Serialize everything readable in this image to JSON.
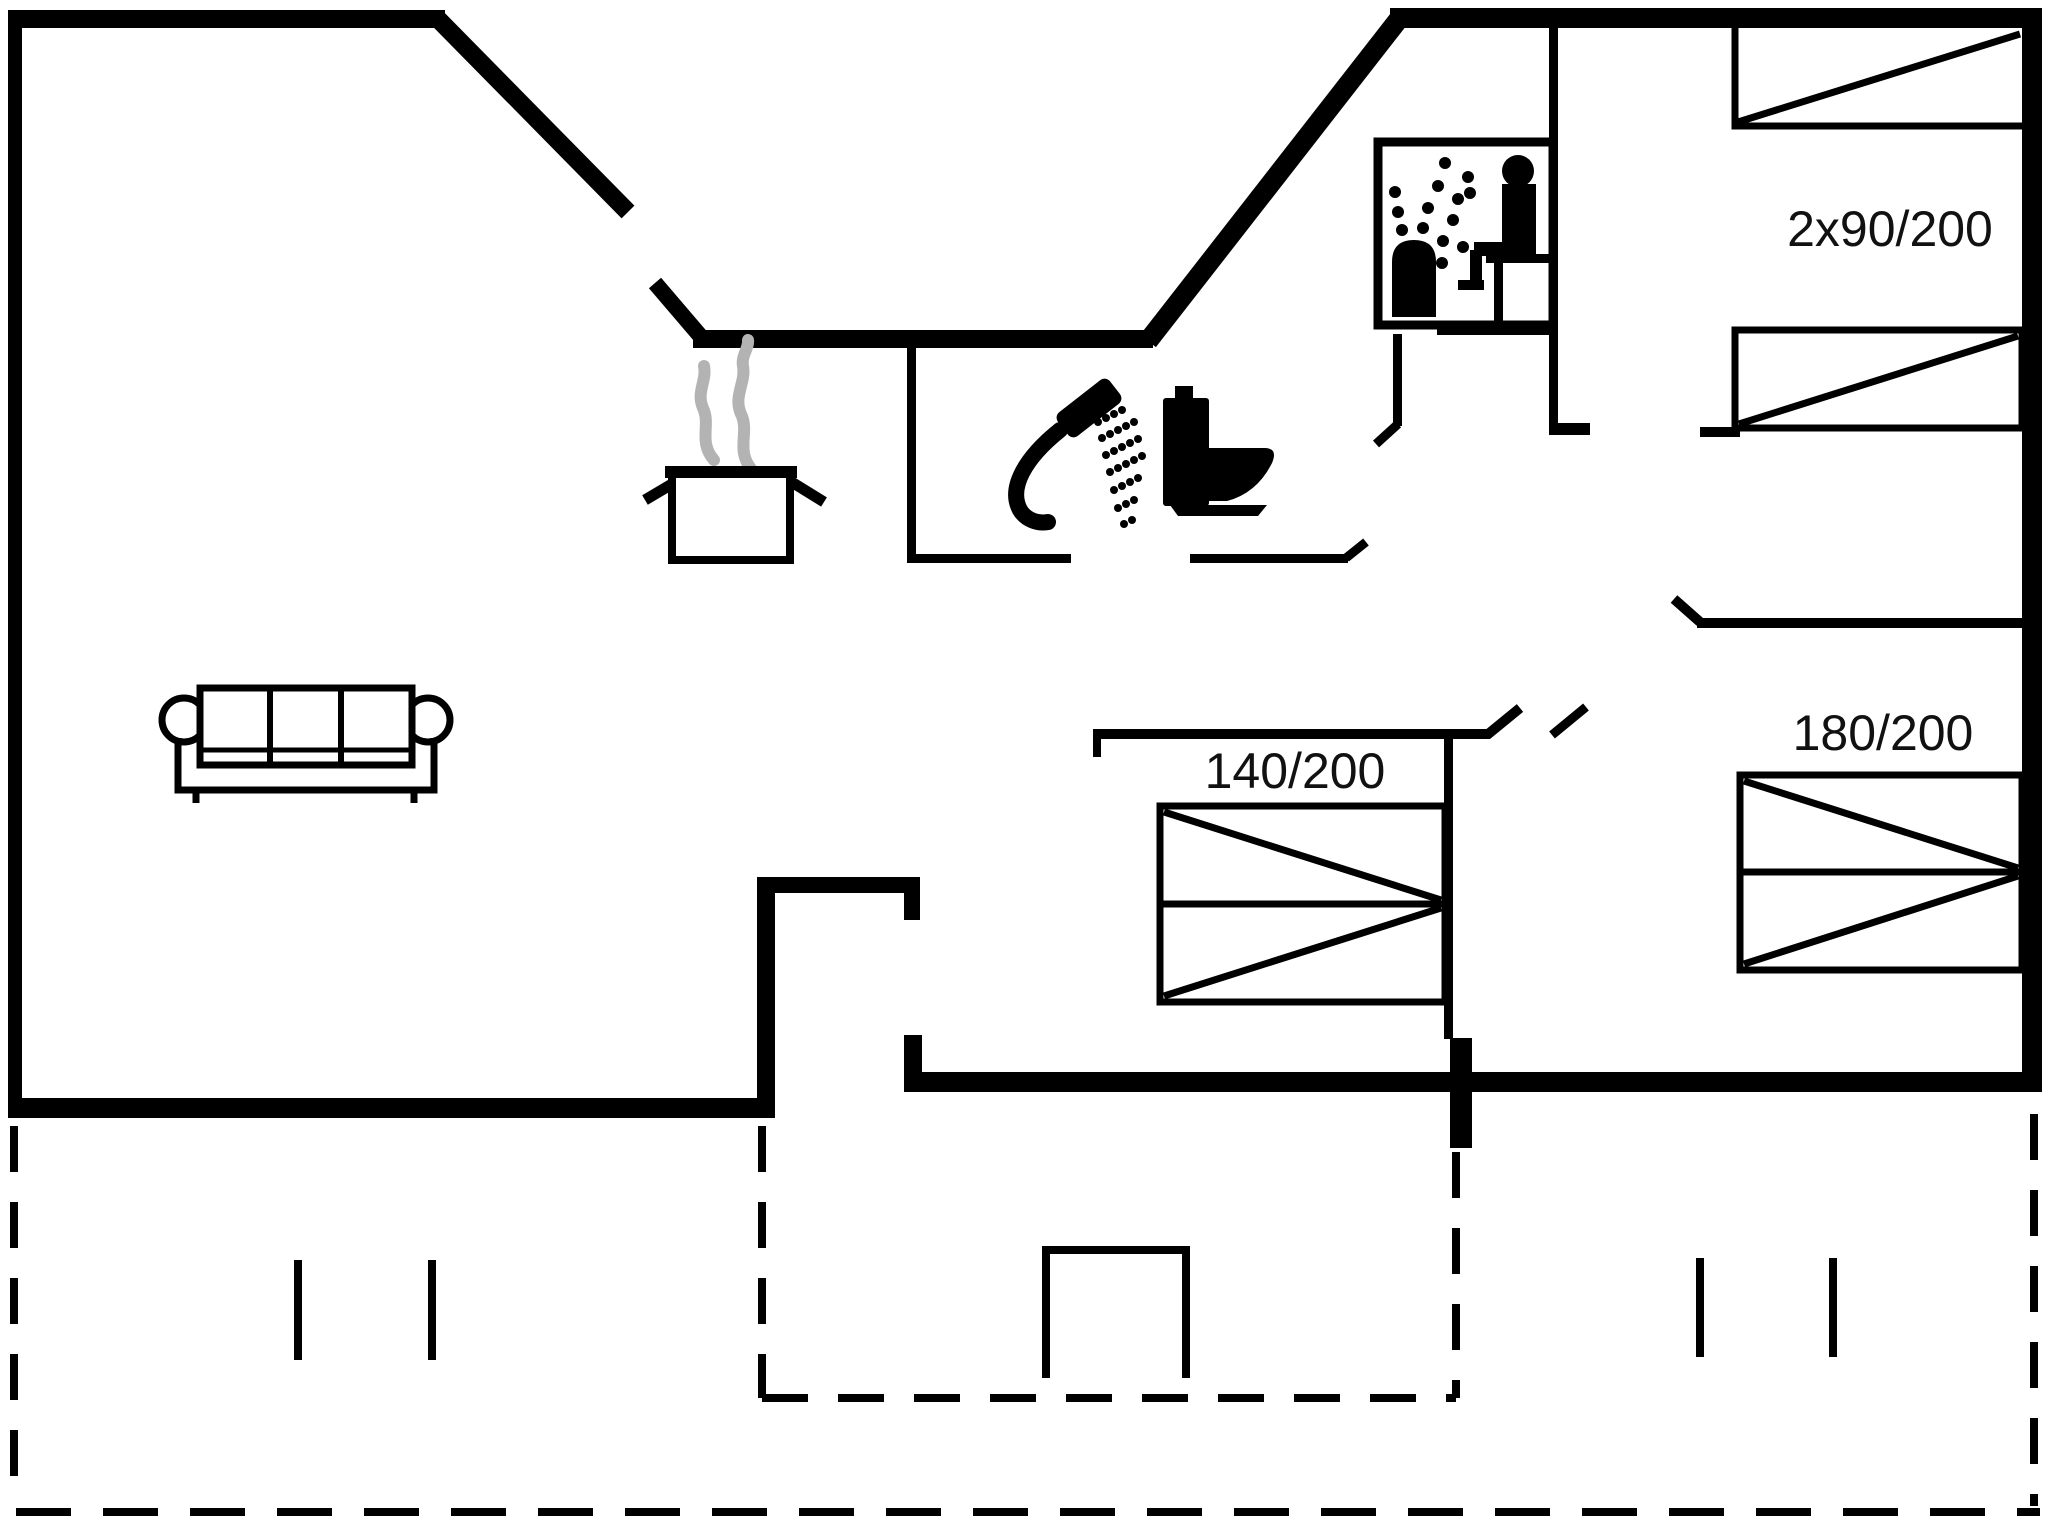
{
  "page": {
    "background": "#ffffff"
  },
  "colors": {
    "wall": "#000000",
    "steam": "#b3b3b3",
    "text": "#111111"
  },
  "rooms": {
    "bedroom_top_right": {
      "bed_label": "2x90/200"
    },
    "bedroom_right": {
      "bed_label": "180/200"
    },
    "bedroom_middle": {
      "bed_label": "140/200"
    }
  },
  "icons": [
    "sofa-icon",
    "cooking-pot-icon",
    "steam-icon",
    "shower-icon",
    "toilet-icon",
    "sauna-icon",
    "bed-icon"
  ]
}
